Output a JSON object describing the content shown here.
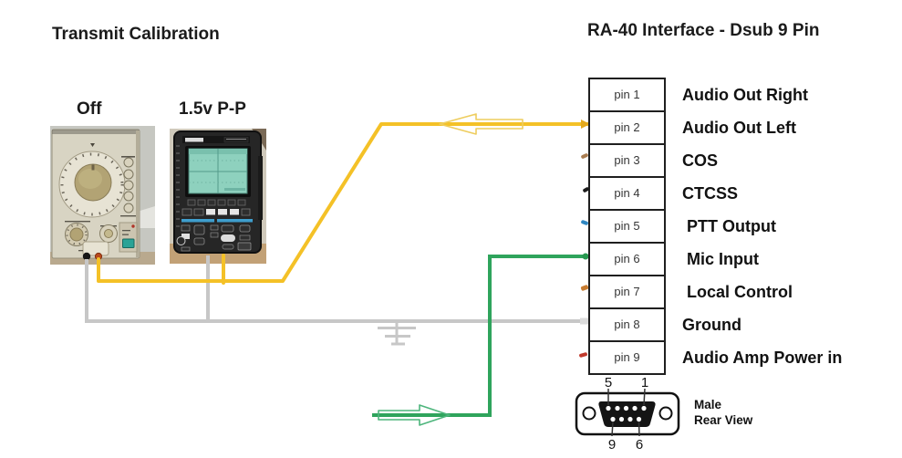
{
  "titles": {
    "left": "Transmit Calibration",
    "right": "RA-40 Interface - Dsub 9 Pin"
  },
  "instruments": {
    "generator": {
      "name": "audio-signal-generator",
      "setting_label": "Off"
    },
    "oscilloscope": {
      "name": "handheld-oscilloscope",
      "setting_label": "1.5v P-P"
    }
  },
  "pin_table": {
    "rows": [
      {
        "pin": "pin 1",
        "label": "Audio Out Right"
      },
      {
        "pin": "pin 2",
        "label": "Audio Out Left"
      },
      {
        "pin": "pin 3",
        "label": "COS"
      },
      {
        "pin": "pin 4",
        "label": "CTCSS"
      },
      {
        "pin": "pin 5",
        "label": " PTT Output"
      },
      {
        "pin": "pin 6",
        "label": " Mic Input"
      },
      {
        "pin": "pin 7",
        "label": " Local Control"
      },
      {
        "pin": "pin 8",
        "label": "Ground"
      },
      {
        "pin": "pin 9",
        "label": "Audio Amp Power in"
      }
    ]
  },
  "connector": {
    "pin_top_left": "5",
    "pin_top_right": "1",
    "pin_bottom_left": "9",
    "pin_bottom_right": "6",
    "caption_line1": "Male",
    "caption_line2": "Rear View"
  },
  "colors": {
    "wire_yellow": "#F4C127",
    "wire_gray": "#C7C7C7",
    "wire_green": "#2FA45C",
    "stub_pin3": "#A97C50",
    "stub_pin4": "#1C1C1C",
    "stub_pin5": "#2E86C1",
    "stub_pin7": "#C77C30",
    "stub_pin9": "#C0392B"
  }
}
